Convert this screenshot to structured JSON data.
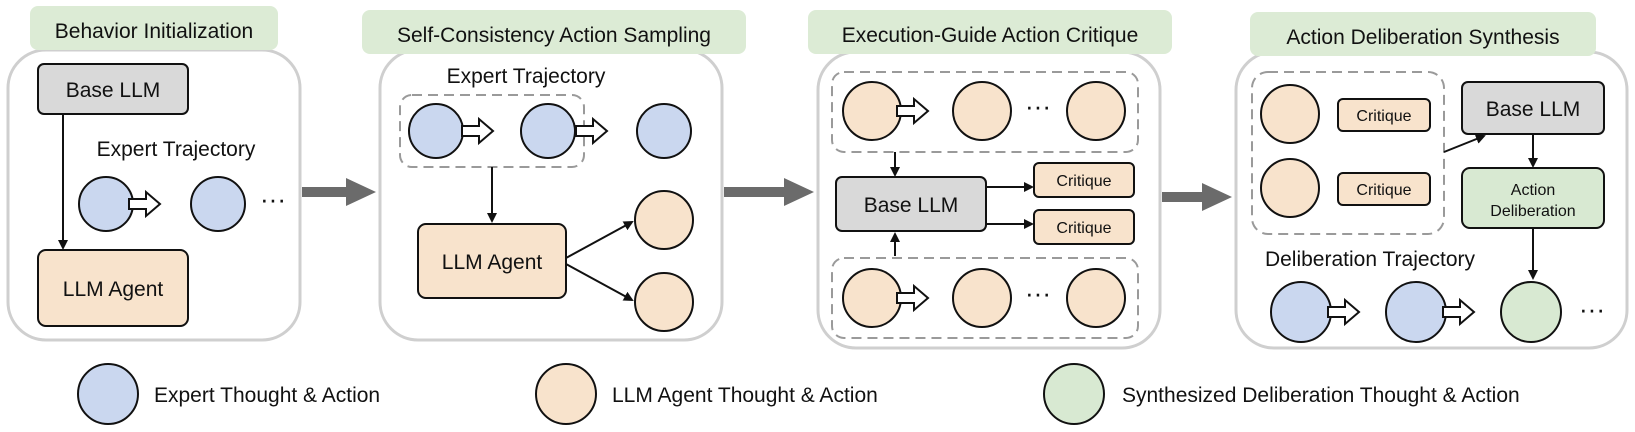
{
  "colors": {
    "expert_fill": "#cad7ef",
    "agent_fill": "#f8e3cc",
    "synth_fill": "#d8e9d2",
    "llm_fill": "#d9d9d9",
    "stage_title_bg": "#dcebd5",
    "panel_stroke": "#cfcfcf",
    "dash_stroke": "#9a9a9a",
    "big_arrow": "#6b6b6b"
  },
  "panels": {
    "behavior_init": {
      "title": "Behavior Initialization",
      "base_llm": "Base LLM",
      "expert_trajectory": "Expert Trajectory",
      "ellipsis": "···",
      "llm_agent": "LLM Agent"
    },
    "sampling": {
      "title": "Self-Consistency Action Sampling",
      "expert_trajectory": "Expert Trajectory",
      "llm_agent": "LLM Agent"
    },
    "critique": {
      "title": "Execution-Guide Action Critique",
      "ellipsis_top": "···",
      "base_llm": "Base LLM",
      "critique_1": "Critique",
      "critique_2": "Critique",
      "ellipsis_bottom": "···"
    },
    "synthesis": {
      "title": "Action Deliberation Synthesis",
      "critique_1": "Critique",
      "critique_2": "Critique",
      "base_llm": "Base LLM",
      "action_line1": "Action",
      "action_line2": "Deliberation",
      "deliberation_trajectory": "Deliberation Trajectory",
      "ellipsis": "···"
    }
  },
  "legend": {
    "expert": "Expert Thought & Action",
    "agent": "LLM Agent Thought & Action",
    "synth": "Synthesized Deliberation Thought & Action"
  }
}
